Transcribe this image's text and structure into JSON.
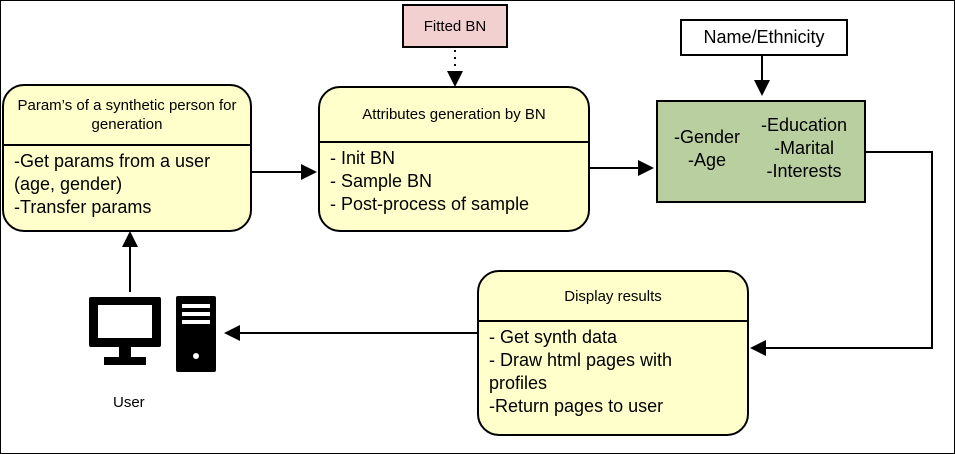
{
  "nodes": {
    "fitted_bn": "Fitted BN",
    "name_ethnicity": "Name/Ethnicity",
    "params": {
      "title": "Param’s of a synthetic person for generation",
      "lines": [
        "-Get params from a user",
        "(age, gender)",
        "-Transfer params"
      ]
    },
    "attributes": {
      "title": "Attributes generation by BN",
      "lines": [
        "- Init BN",
        "- Sample BN",
        "- Post-process of sample"
      ]
    },
    "output": {
      "left": [
        "-Gender",
        "-Age"
      ],
      "right": [
        "-Education",
        "-Marital",
        "-Interests"
      ]
    },
    "display": {
      "title": "Display results",
      "lines": [
        "- Get synth data",
        "- Draw html pages with",
        "profiles",
        "-Return pages to user"
      ]
    },
    "user": {
      "label": "User",
      "icon": "desktop-computer-icon"
    }
  },
  "colors": {
    "process_fill": "#ffffcc",
    "fitted_fill": "#f2d0d0",
    "output_fill": "#b9cf9f",
    "name_fill": "#ffffff",
    "stroke": "#000000"
  }
}
